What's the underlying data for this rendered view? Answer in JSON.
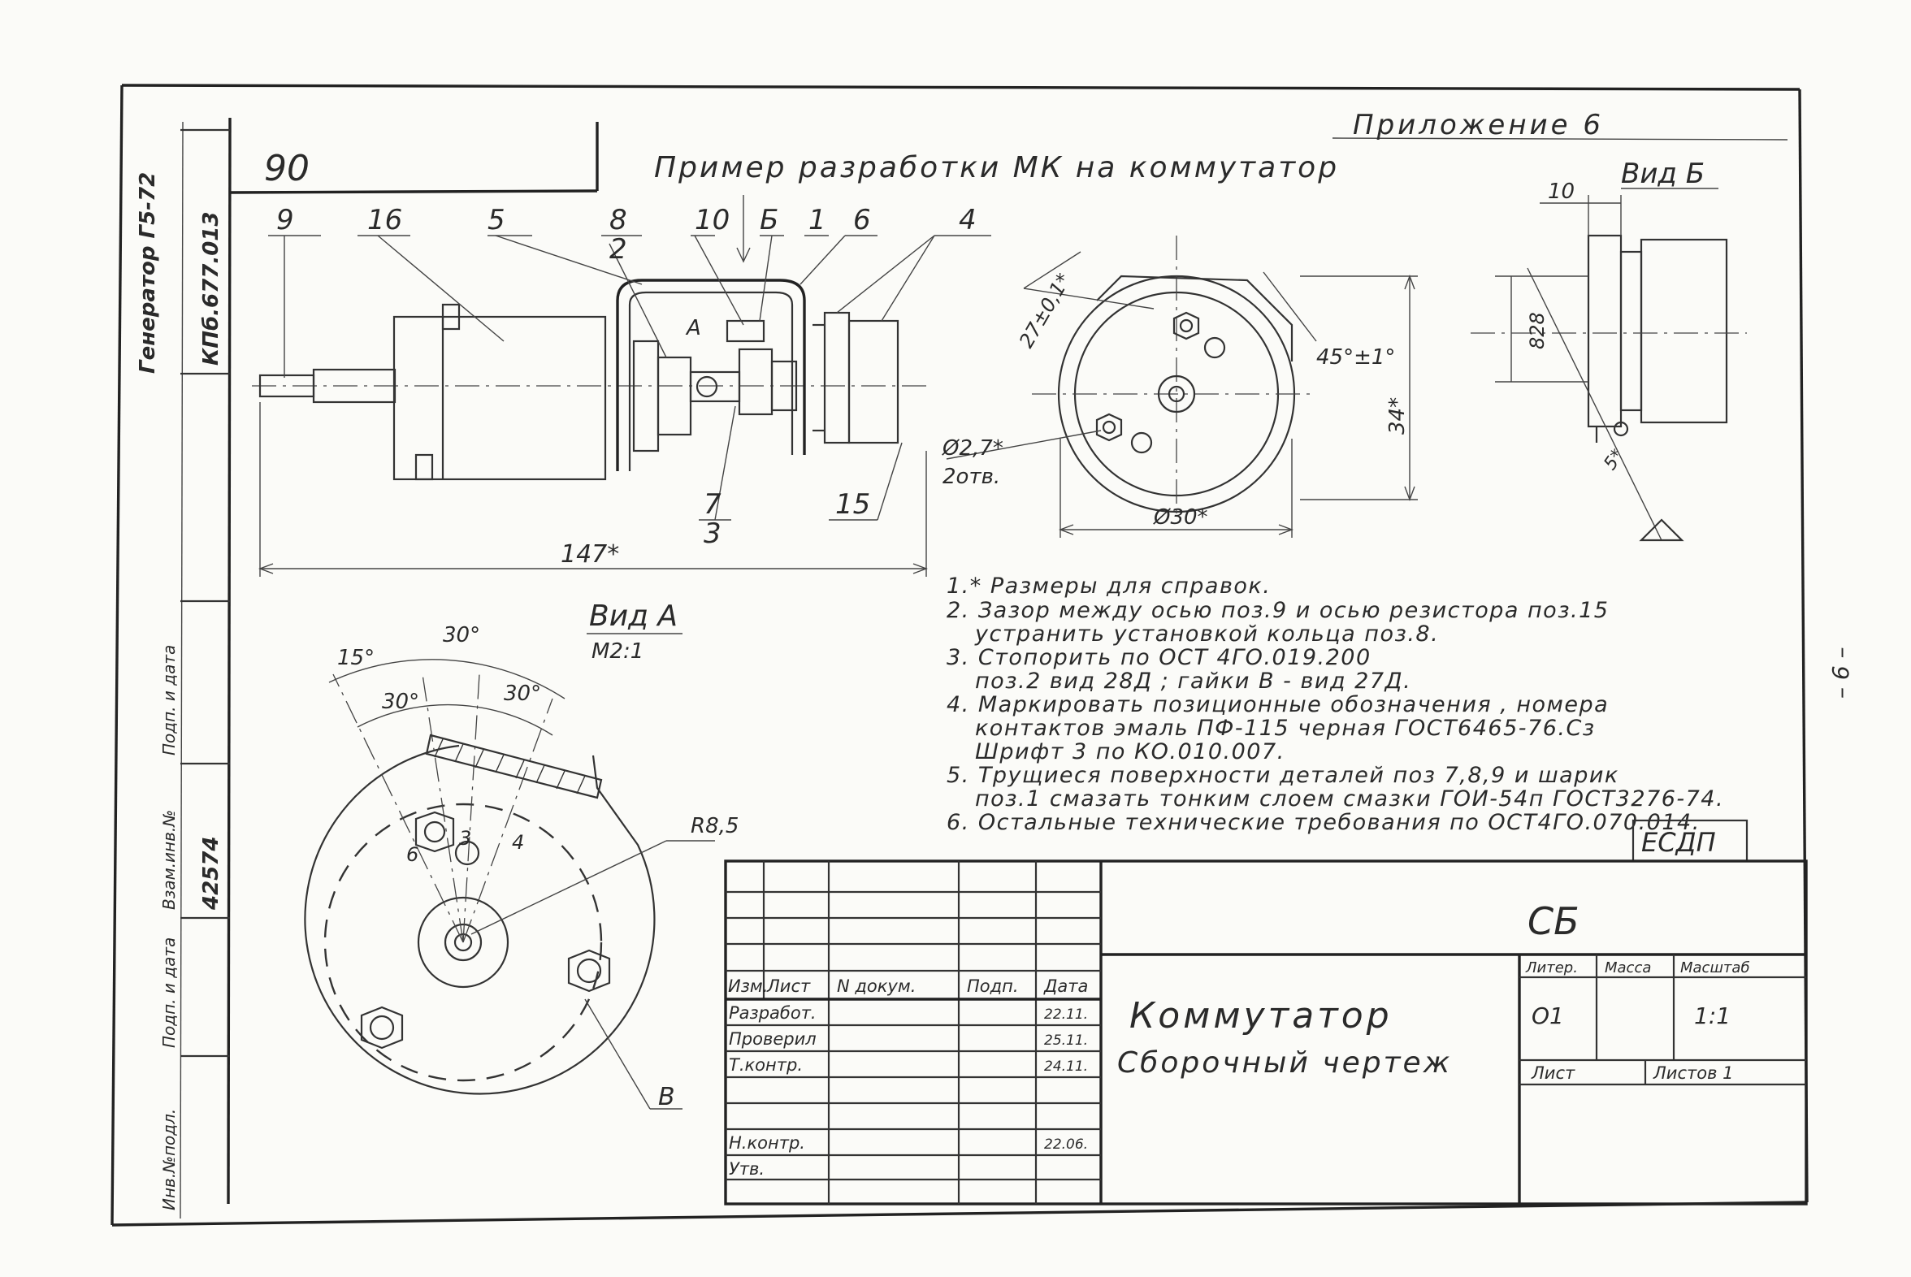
{
  "header": {
    "appendix": "Приложение 6",
    "title": "Пример разработки МК на коммутатор",
    "corner_code": "90",
    "page_number": "– 6 –"
  },
  "side_strip": {
    "generator": "Генератор Г5-72",
    "doc_code": "КПб.677.013",
    "inv_number": "42574",
    "labels": [
      "Инв.№подл.",
      "Подп. и дата",
      "Взам.инв.№",
      "Подп. и дата"
    ]
  },
  "main_view": {
    "callouts": [
      "9",
      "16",
      "5",
      "8",
      "2",
      "10",
      "Б",
      "1",
      "6",
      "4",
      "7",
      "3",
      "15",
      "А"
    ],
    "dimension_length": "147*"
  },
  "view_a": {
    "title": "Вид А",
    "scale": "М2:1",
    "angles": [
      "15°",
      "30°",
      "30°",
      "30°"
    ],
    "radius": "R8,5",
    "labels": [
      "6",
      "3",
      "4",
      "В"
    ]
  },
  "end_view": {
    "dim_top": "27±0,1*",
    "dim_angle": "45°±1°",
    "dim_height": "34*",
    "hole_dia": "Ø2,7*",
    "hole_count": "2отв.",
    "dia_outer": "Ø30*"
  },
  "view_b": {
    "title": "Вид Б",
    "dim_top": "10",
    "dim_side": "828",
    "dim_gap": "5*"
  },
  "notes": [
    "1.* Размеры для справок.",
    "2. Зазор между осью поз.9 и осью резистора поз.15",
    "устранить установкой кольца поз.8.",
    "3. Стопорить по ОСТ 4ГО.019.200",
    "поз.2 вид 28Д ; гайки В - вид 27Д.",
    "4. Маркировать позиционные обозначения , номера",
    "контактов эмаль ПФ-115 черная ГОСТ6465-76.Сз",
    "Шрифт 3 по КО.010.007.",
    "5. Трущиеся поверхности деталей поз 7,8,9 и шарик",
    "поз.1 смазать тонким слоем смазки ГОИ-54п ГОСТ3276-74.",
    "6. Остальные технические требования по ОСТ4ГО.070.014."
  ],
  "stamp": "ЕСДП",
  "title_block": {
    "doc_type": "СБ",
    "name_line1": "Коммутатор",
    "name_line2": "Сборочный чертеж",
    "col_headers": [
      "Изм.",
      "Лист",
      "N докум.",
      "Подп.",
      "Дата"
    ],
    "rows": [
      "Разработ.",
      "Проверил",
      "Т.контр.",
      "",
      "Н.контр.",
      "Утв."
    ],
    "dates": [
      "22.11.",
      "25.11.",
      "24.11.",
      "",
      "22.06.",
      ""
    ],
    "lit_header": "Литер.",
    "mass_header": "Масса",
    "scale_header": "Масштаб",
    "lit_value": "О1",
    "scale_value": "1:1",
    "sheet_label": "Лист",
    "sheets_label": "Листов 1"
  }
}
